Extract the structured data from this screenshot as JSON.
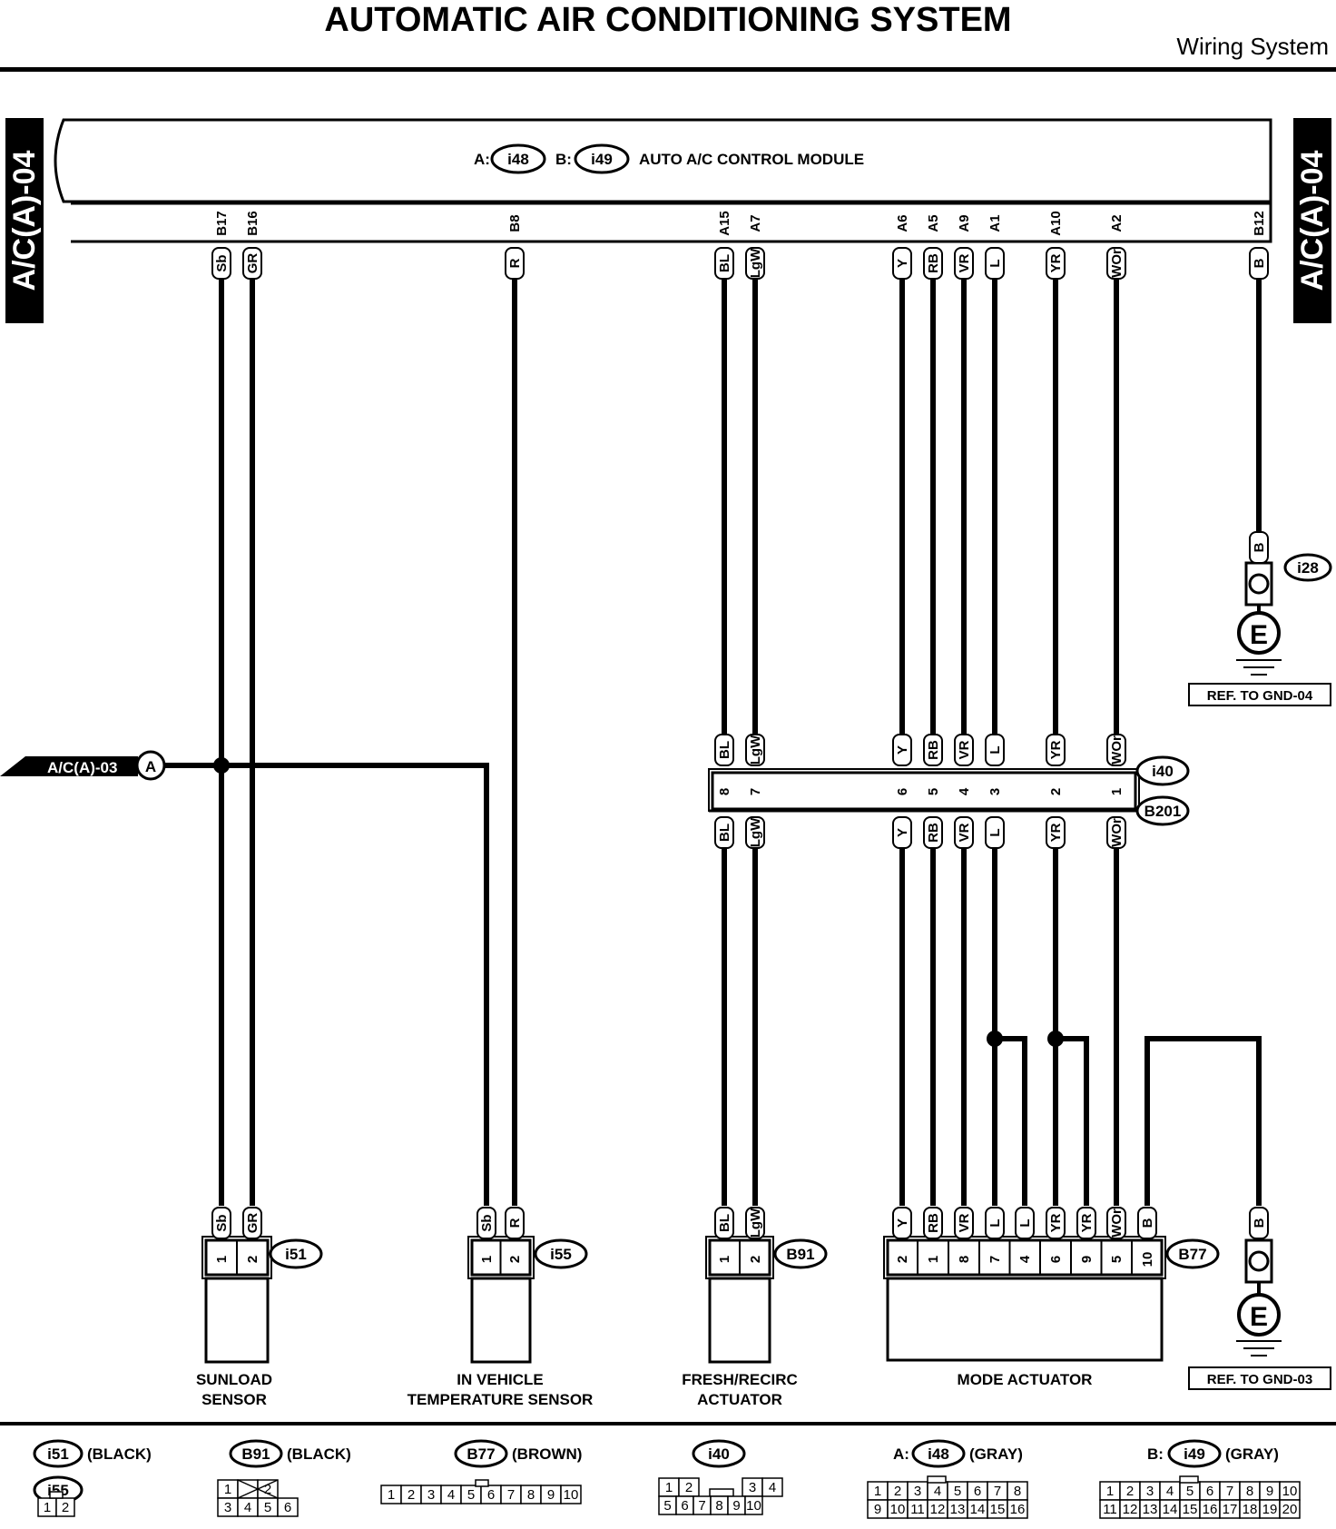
{
  "header": {
    "title": "AUTOMATIC AIR CONDITIONING SYSTEM",
    "subtitle": "Wiring System"
  },
  "side_tag": "A/C(A)-04",
  "module": {
    "prefix_a": "A:",
    "conn_a": "i48",
    "prefix_b": "B:",
    "conn_b": "i49",
    "name": "AUTO A/C CONTROL MODULE"
  },
  "wires": [
    {
      "pin": "B17",
      "color": "Sb"
    },
    {
      "pin": "B16",
      "color": "GR"
    },
    {
      "pin": "B8",
      "color": "R"
    },
    {
      "pin": "A15",
      "color": "BL"
    },
    {
      "pin": "A7",
      "color": "LgW"
    },
    {
      "pin": "A6",
      "color": "Y"
    },
    {
      "pin": "A5",
      "color": "RB"
    },
    {
      "pin": "A9",
      "color": "VR"
    },
    {
      "pin": "A1",
      "color": "L"
    },
    {
      "pin": "A10",
      "color": "YR"
    },
    {
      "pin": "A2",
      "color": "WOr"
    },
    {
      "pin": "B12",
      "color": "B"
    }
  ],
  "ground_top": {
    "conn": "i28",
    "wire": "B",
    "symbol": "E",
    "ref": "REF. TO GND-04"
  },
  "ground_bottom": {
    "wire": "B",
    "symbol": "E",
    "ref": "REF. TO GND-03"
  },
  "link": {
    "tag": "A/C(A)-03",
    "point": "A"
  },
  "joint": {
    "conn_upper": "i40",
    "conn_lower": "B201",
    "upper_colors": [
      "BL",
      "LgW",
      "Y",
      "RB",
      "VR",
      "L",
      "YR",
      "WOr"
    ],
    "pins": [
      "8",
      "7",
      "6",
      "5",
      "4",
      "3",
      "2",
      "1"
    ],
    "lower_colors": [
      "BL",
      "LgW",
      "Y",
      "RB",
      "VR",
      "L",
      "YR",
      "WOr"
    ]
  },
  "components": [
    {
      "conn": "i51",
      "name_line1": "SUNLOAD",
      "name_line2": "SENSOR",
      "colors": [
        "Sb",
        "GR"
      ],
      "pins": [
        "1",
        "2"
      ]
    },
    {
      "conn": "i55",
      "name_line1": "IN VEHICLE",
      "name_line2": "TEMPERATURE SENSOR",
      "colors": [
        "Sb",
        "R"
      ],
      "pins": [
        "1",
        "2"
      ]
    },
    {
      "conn": "B91",
      "name_line1": "FRESH/RECIRC",
      "name_line2": "ACTUATOR",
      "colors": [
        "BL",
        "LgW"
      ],
      "pins": [
        "1",
        "2"
      ]
    },
    {
      "conn": "B77",
      "name_line1": "MODE ACTUATOR",
      "name_line2": "",
      "colors": [
        "Y",
        "RB",
        "VR",
        "L",
        "L",
        "YR",
        "YR",
        "WOr",
        "B"
      ],
      "pins": [
        "2",
        "1",
        "8",
        "7",
        "4",
        "6",
        "9",
        "5",
        "10"
      ]
    }
  ],
  "legend": {
    "i51": {
      "conn": "i51",
      "color": "(BLACK)"
    },
    "i55": {
      "conn": "i55"
    },
    "i55_pins": [
      "1",
      "2"
    ],
    "B91": {
      "conn": "B91",
      "color": "(BLACK)",
      "pins": [
        "1",
        "2",
        "3",
        "4",
        "5",
        "6"
      ]
    },
    "B77": {
      "conn": "B77",
      "color": "(BROWN)",
      "pins": [
        "1",
        "2",
        "3",
        "4",
        "5",
        "6",
        "7",
        "8",
        "9",
        "10"
      ]
    },
    "i40": {
      "conn": "i40",
      "pins": [
        "1",
        "2",
        "3",
        "4",
        "5",
        "6",
        "7",
        "8",
        "9",
        "10"
      ]
    },
    "i48": {
      "prefix": "A:",
      "conn": "i48",
      "color": "(GRAY)",
      "pins": [
        "1",
        "2",
        "3",
        "4",
        "5",
        "6",
        "7",
        "8",
        "9",
        "10",
        "11",
        "12",
        "13",
        "14",
        "15",
        "16"
      ]
    },
    "i49": {
      "prefix": "B:",
      "conn": "i49",
      "color": "(GRAY)",
      "pins": [
        "1",
        "2",
        "3",
        "4",
        "5",
        "6",
        "7",
        "8",
        "9",
        "10",
        "11",
        "12",
        "13",
        "14",
        "15",
        "16",
        "17",
        "18",
        "19",
        "20"
      ]
    }
  }
}
